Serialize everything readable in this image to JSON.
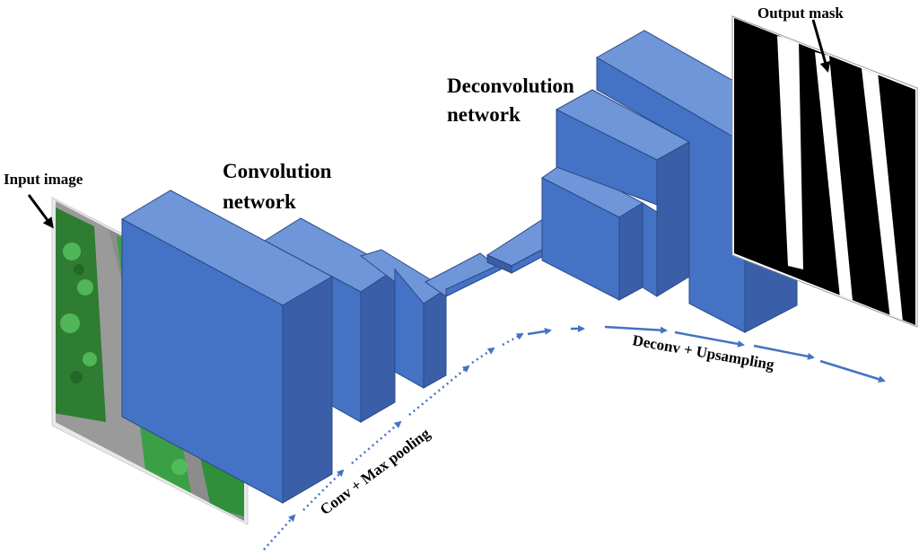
{
  "labels": {
    "input_image": "Input image",
    "output_mask": "Output mask",
    "conv_network_line1": "Convolution",
    "conv_network_line2": "network",
    "deconv_network_line1": "Deconvolution",
    "deconv_network_line2": "network",
    "conv_pooling": "Conv + Max pooling",
    "deconv_upsampling": "Deconv + Upsampling"
  },
  "colors": {
    "block_front": "#4472c4",
    "block_top": "#6f96d8",
    "block_side": "#3a5fa8",
    "block_edge": "#2b4a87",
    "arrow": "#4472c4",
    "mask_black": "#000000",
    "mask_white": "#ffffff",
    "crop_leaf": "#2f8f3a",
    "crop_soil": "#8c8c8c"
  },
  "icons": {
    "input_pointer": "arrow-down-right-icon",
    "output_pointer": "arrow-down-icon"
  },
  "encoder_blocks": 4,
  "decoder_blocks": 4
}
